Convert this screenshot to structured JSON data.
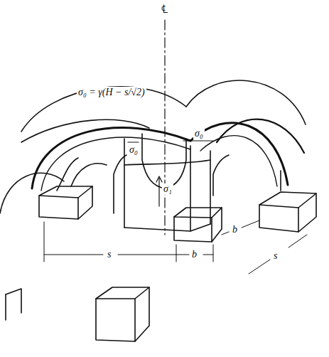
{
  "diagram": {
    "labels": [
      "℄",
      "σ₀ = γ(H − s/√2)",
      "σ₀",
      "σ₀",
      "σ₁",
      "s",
      "b",
      "b",
      "s"
    ]
  }
}
